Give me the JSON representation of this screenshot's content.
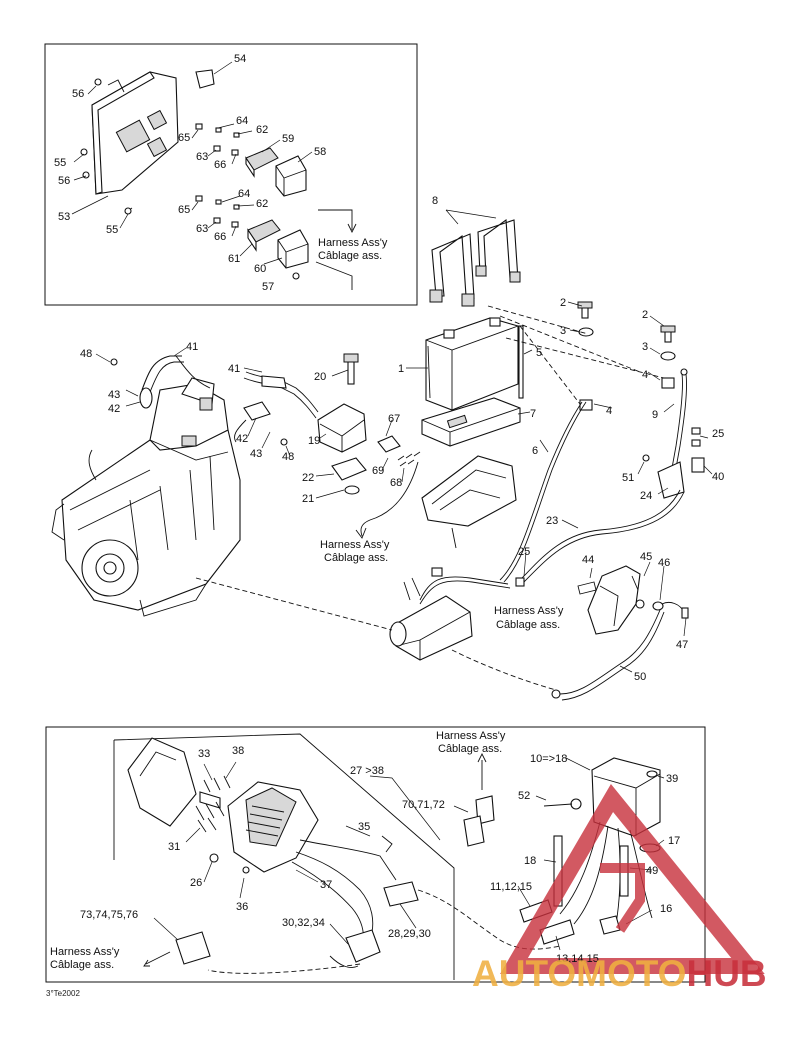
{
  "callouts": {
    "c54": "54",
    "c56a": "56",
    "c55a": "55",
    "c56b": "56",
    "c53": "53",
    "c55b": "55",
    "c65a": "65",
    "c64a": "64",
    "c62a": "62",
    "c63a": "63",
    "c66a": "66",
    "c59": "59",
    "c58": "58",
    "c64b": "64",
    "c65b": "65",
    "c62b": "62",
    "c63b": "63",
    "c66b": "66",
    "c61": "61",
    "c60": "60",
    "c57": "57",
    "c8": "8",
    "c2a": "2",
    "c2b": "2",
    "c3a": "3",
    "c3b": "3",
    "c1": "1",
    "c5": "5",
    "c4a": "4",
    "c4b": "4",
    "c7": "7",
    "c9": "9",
    "c25a": "25",
    "c25b": "25",
    "c6": "6",
    "c51": "51",
    "c24": "24",
    "c40": "40",
    "c23": "23",
    "c48a": "48",
    "c41a": "41",
    "c43a": "43",
    "c42a": "42",
    "c41b": "41",
    "c20": "20",
    "c42b": "42",
    "c43b": "43",
    "c48b": "48",
    "c19": "19",
    "c67": "67",
    "c69": "69",
    "c68": "68",
    "c22": "22",
    "c21": "21",
    "c44": "44",
    "c45": "45",
    "c46": "46",
    "c47": "47",
    "c50": "50",
    "c27": "27 >38",
    "c33": "33",
    "c38": "38",
    "c31": "31",
    "c35": "35",
    "c26": "26",
    "c36": "36",
    "c37": "37",
    "c30": "30,32,34",
    "c28": "28,29,30",
    "c73": "73,74,75,76",
    "c70": "70,71,72",
    "c10": "10=>18",
    "c39": "39",
    "c52": "52",
    "c18": "18",
    "c17": "17",
    "c49": "49",
    "c11": "11,12,15",
    "c16": "16",
    "c13": "13,14,15"
  },
  "harness": {
    "a1": "Harness Ass'y",
    "a2": "Câblage ass.",
    "b1": "Harness Ass'y",
    "b2": "Câblage ass.",
    "c1": "Harness Ass'y",
    "c2": "Câblage ass.",
    "d1": "Harness Ass'y",
    "d2": "Câblage ass.",
    "e1": "Harness Ass'y",
    "e2": "Câblage ass."
  },
  "footer_code": "3°Te2002",
  "watermark": {
    "text_part1": "AUTOMOTO",
    "text_part2": "HUB",
    "color_orange": "#f0b041",
    "color_red": "#c8303c"
  }
}
